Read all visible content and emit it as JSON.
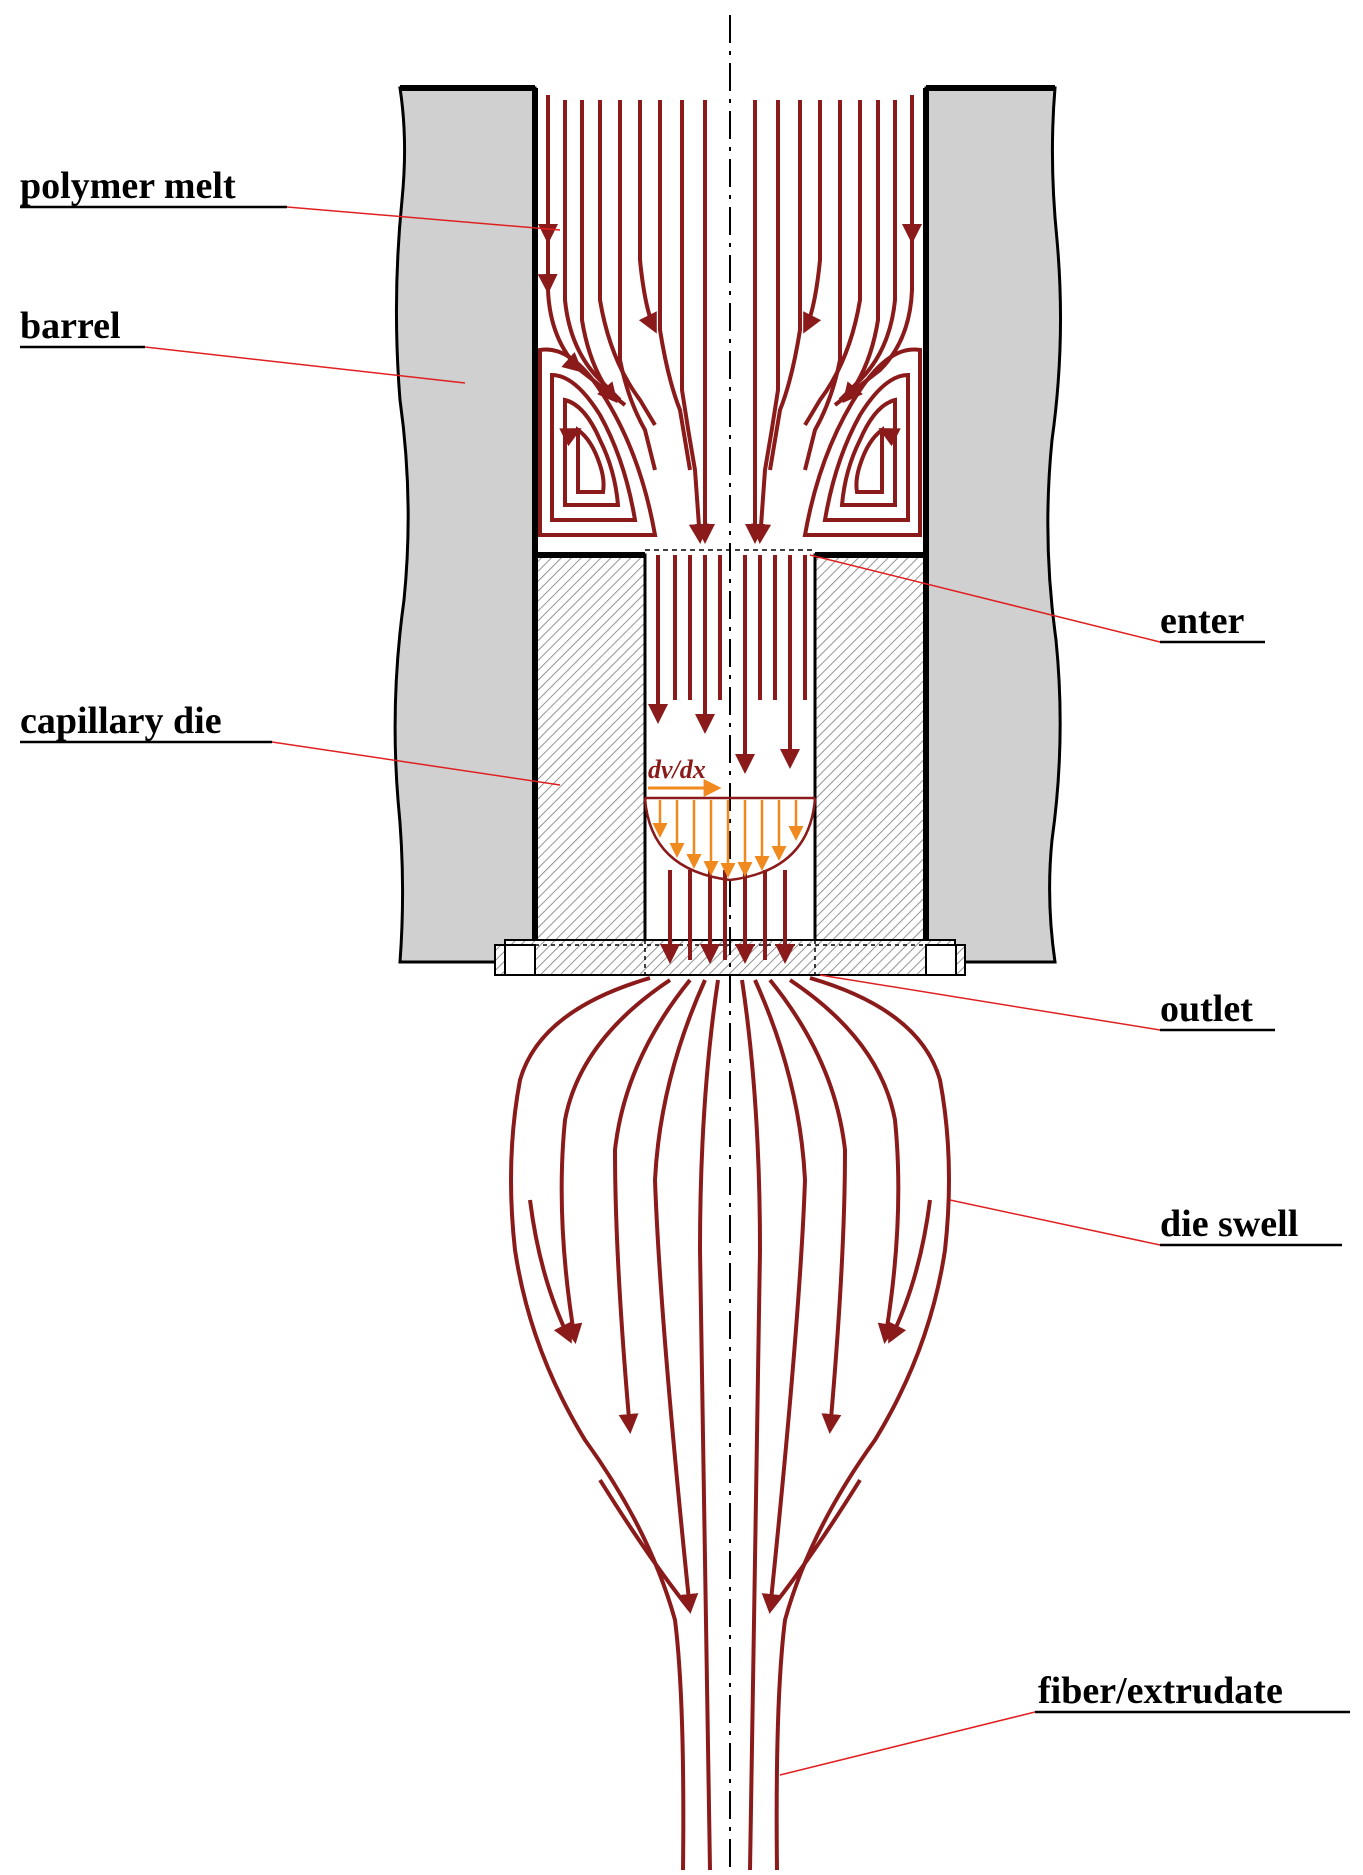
{
  "labels": {
    "polymer_melt": "polymer melt",
    "barrel": "barrel",
    "capillary_die": "capillary die",
    "enter": "enter",
    "outlet": "outlet",
    "die_swell": "die swell",
    "fiber_extrudate": "fiber/extrudate"
  },
  "annotation": {
    "velocity_gradient": "dv/dx"
  },
  "colors": {
    "streamline": "#8b1a1a",
    "leader_line": "#e02020",
    "velocity_profile": "#f08a1e",
    "barrel_fill": "#d0d0d0",
    "outline": "#000000",
    "label_text": "#000000"
  }
}
